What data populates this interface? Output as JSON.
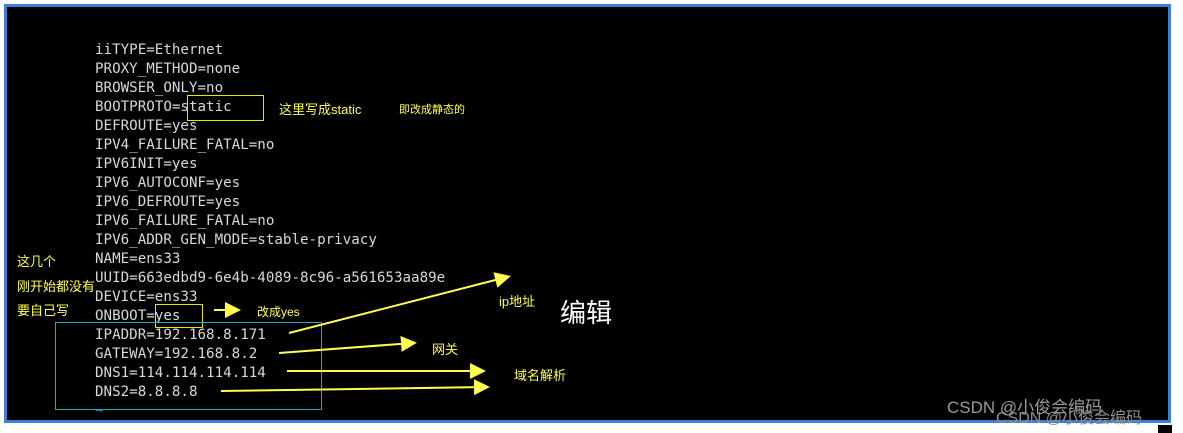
{
  "terminal": {
    "lines": [
      "iiTYPE=Ethernet",
      "PROXY_METHOD=none",
      "BROWSER_ONLY=no",
      "BOOTPROTO=static",
      "DEFROUTE=yes",
      "IPV4_FAILURE_FATAL=no",
      "IPV6INIT=yes",
      "IPV6_AUTOCONF=yes",
      "IPV6_DEFROUTE=yes",
      "IPV6_FAILURE_FATAL=no",
      "IPV6_ADDR_GEN_MODE=stable-privacy",
      "NAME=ens33",
      "UUID=663edbd9-6e4b-4089-8c96-a561653aa89e",
      "DEVICE=ens33",
      "ONBOOT=yes",
      "IPADDR=192.168.8.171",
      "GATEWAY=192.168.8.2",
      "DNS1=114.114.114.114",
      "DNS2=8.8.8.8",
      "~"
    ]
  },
  "annotations": {
    "bootproto_note": "这里写成static",
    "bootproto_note2": "即改成静态的",
    "left_note_1": "这几个",
    "left_note_2": "刚开始都没有",
    "left_note_3": "要自己写",
    "onboot_note": "改成yes",
    "ip_note": "ip地址",
    "edit_label": "编辑",
    "gateway_note": "网关",
    "dns_note": "域名解析"
  },
  "colors": {
    "annotation": "#ffff4d",
    "highlight_box": "#e6e600",
    "group_box": "#2aa9b8",
    "frame": "#3c7fd9"
  },
  "watermark": {
    "text": "CSDN @小俊会编码",
    "text2": "CSDN @小俊会编码"
  }
}
